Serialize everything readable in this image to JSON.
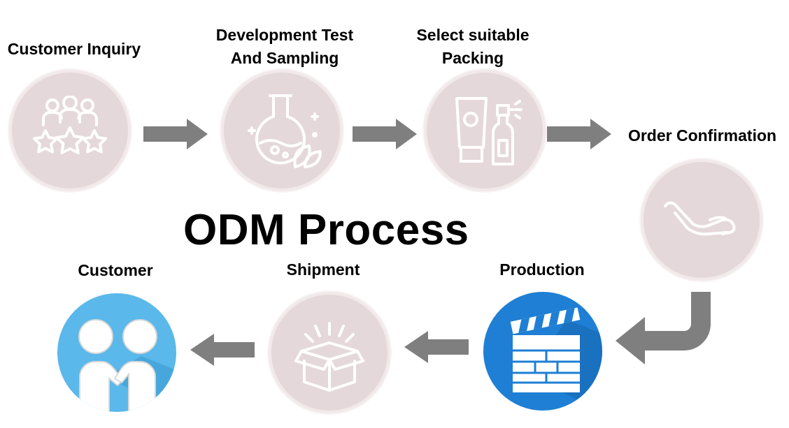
{
  "title": "ODM Process",
  "steps": [
    {
      "label": "Customer Inquiry",
      "icon": "people-stars-icon"
    },
    {
      "label_line1": "Development Test",
      "label_line2": "And Sampling",
      "icon": "flask-leaf-icon"
    },
    {
      "label_line1": "Select suitable",
      "label_line2": "Packing",
      "icon": "cosmetic-bottles-icon"
    },
    {
      "label": "Order Confirmation",
      "icon": "handshake-hand-icon"
    },
    {
      "label": "Production",
      "icon": "clapperboard-icon"
    },
    {
      "label": "Shipment",
      "icon": "open-box-icon"
    },
    {
      "label": "Customer",
      "icon": "two-people-handshake-icon"
    }
  ],
  "colors": {
    "circle_fill": "#e5d8da",
    "icon_stroke": "#ffffff",
    "arrow": "#7f7f7f",
    "production_blue": "#1e7fd4",
    "customer_blue": "#5ab8ea"
  }
}
